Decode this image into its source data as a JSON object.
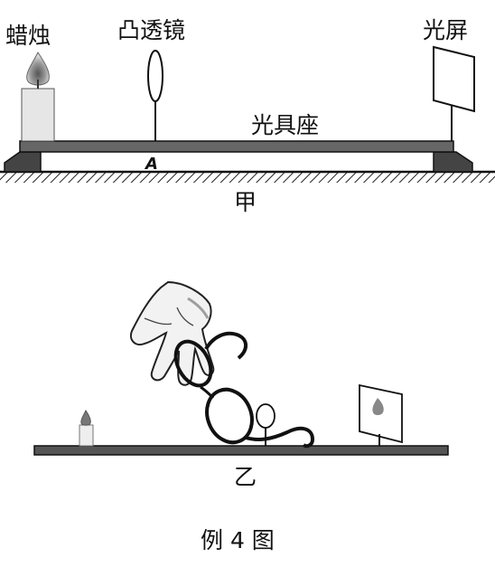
{
  "figure_a": {
    "candle_label": "蜡烛",
    "lens_label": "凸透镜",
    "screen_label": "光屏",
    "bench_label": "光具座",
    "point_label": "A",
    "caption": "甲"
  },
  "figure_b": {
    "caption": "乙"
  },
  "figure_caption": "例 4 图"
}
